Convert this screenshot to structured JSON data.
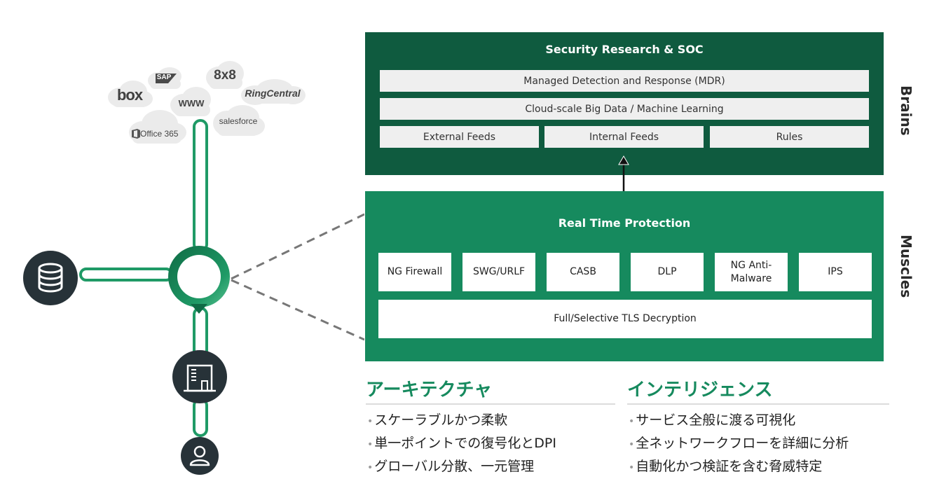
{
  "clouds": {
    "box": "box",
    "sap": "SAP",
    "eightxeight": "8x8",
    "ringcentral": "RingCentral",
    "www": "WWW",
    "salesforce": "salesforce",
    "office365": "Office 365"
  },
  "brains": {
    "title": "Security Research & SOC",
    "side_label": "Brains",
    "rows": {
      "mdr": "Managed Detection and Response (MDR)",
      "bigdata": "Cloud-scale Big Data / Machine Learning"
    },
    "feeds": [
      "External Feeds",
      "Internal Feeds",
      "Rules"
    ]
  },
  "muscles": {
    "title": "Real Time Protection",
    "side_label": "Muscles",
    "modules": [
      "NG Firewall",
      "SWG/URLF",
      "CASB",
      "DLP",
      "NG Anti-\nMalware",
      "IPS"
    ],
    "tls": "Full/Selective TLS Decryption"
  },
  "architecture": {
    "title": "アーキテクチャ",
    "items": [
      "スケーラブルかつ柔軟",
      "単一ポイントでの復号化とDPI",
      "グローバル分散、一元管理"
    ]
  },
  "intelligence": {
    "title": "インテリジェンス",
    "items": [
      "サービス全般に渡る可視化",
      "全ネットワークフローを詳細に分析",
      "自動化かつ検証を含む脅威特定"
    ]
  },
  "bullet": "•",
  "colors": {
    "dark_green": "#0f5b3f",
    "mid_green": "#168a5e",
    "line_green": "#1f9a66",
    "node_dark": "#273238",
    "cloud_grey": "#ebebeb"
  }
}
